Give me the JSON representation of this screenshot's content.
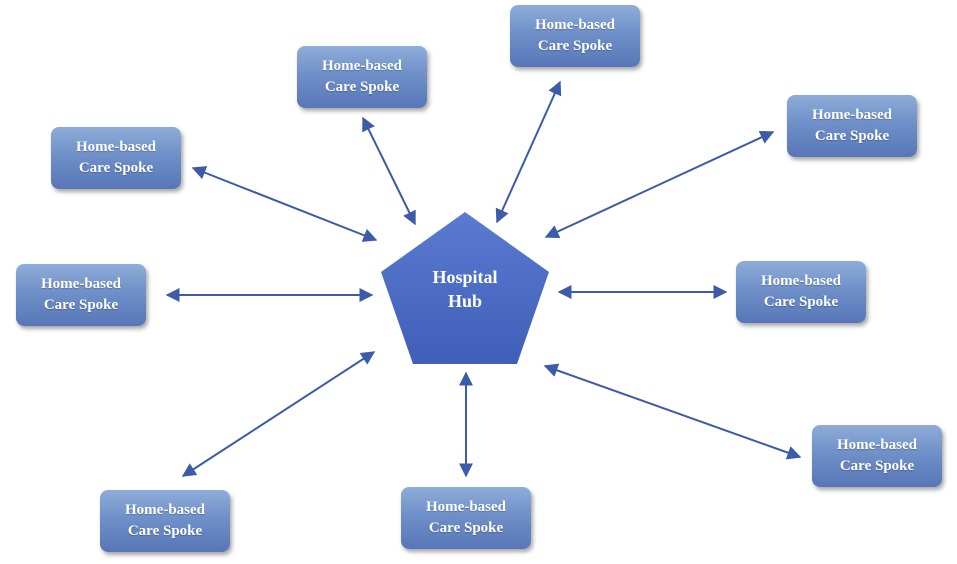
{
  "hub": {
    "line1": "Hospital",
    "line2": "Hub"
  },
  "spokes": [
    {
      "line1": "Home-based",
      "line2": "Care Spoke"
    },
    {
      "line1": "Home-based",
      "line2": "Care Spoke"
    },
    {
      "line1": "Home-based",
      "line2": "Care Spoke"
    },
    {
      "line1": "Home-based",
      "line2": "Care Spoke"
    },
    {
      "line1": "Home-based",
      "line2": "Care Spoke"
    },
    {
      "line1": "Home-based",
      "line2": "Care Spoke"
    },
    {
      "line1": "Home-based",
      "line2": "Care Spoke"
    },
    {
      "line1": "Home-based",
      "line2": "Care Spoke"
    },
    {
      "line1": "Home-based",
      "line2": "Care Spoke"
    }
  ],
  "colors": {
    "hub_fill": "#4a6bc4",
    "spoke_fill": "#6f90c8",
    "arrow": "#3c5ba8",
    "text": "#ffffff"
  }
}
